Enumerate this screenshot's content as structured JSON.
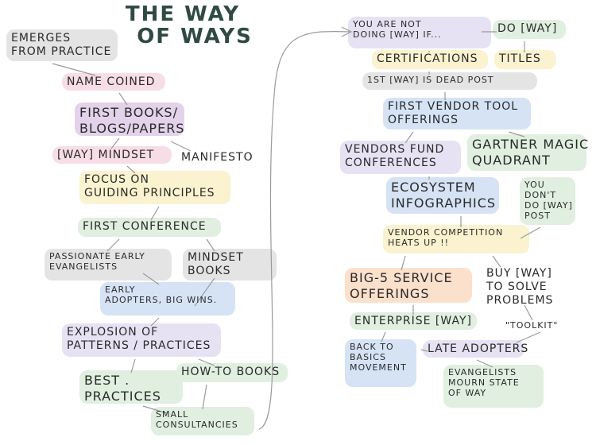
{
  "title": [
    "THE WAY",
    "OF WAYS"
  ],
  "colors": {
    "ink": "#2a2a2a",
    "title": "#2f4a44",
    "line": "#9a9a9a",
    "gray": "#e4e4e4",
    "pink": "#f7dde6",
    "purple": "#e3d2ea",
    "blue": "#d5e3f5",
    "yellow": "#fbf2cf",
    "green": "#e0efe0",
    "orange": "#fbe0cc",
    "lavender": "#e6e2f3"
  },
  "left": [
    {
      "id": "emerges",
      "lines": [
        "EMERGES",
        "FROM PRACTICE"
      ]
    },
    {
      "id": "name-coined",
      "lines": [
        "NAME COINED"
      ]
    },
    {
      "id": "first-books",
      "lines": [
        "FIRST BOOKS/",
        "BLOGS/PAPERS"
      ]
    },
    {
      "id": "way-mindset",
      "lines": [
        "[WAY] MINDSET"
      ]
    },
    {
      "id": "manifesto",
      "lines": [
        "MANIFESTO"
      ]
    },
    {
      "id": "focus",
      "lines": [
        "FOCUS ON",
        "GUIDING PRINCIPLES"
      ]
    },
    {
      "id": "first-conference",
      "lines": [
        "FIRST CONFERENCE"
      ]
    },
    {
      "id": "passionate",
      "lines": [
        "PASSIONATE EARLY",
        "EVANGELISTS"
      ]
    },
    {
      "id": "mindset-books",
      "lines": [
        "MINDSET",
        "BOOKS"
      ]
    },
    {
      "id": "early-adopters",
      "lines": [
        "EARLY",
        "ADOPTERS, BIG WINS."
      ]
    },
    {
      "id": "explosion",
      "lines": [
        "EXPLOSION OF",
        "PATTERNS / PRACTICES"
      ]
    },
    {
      "id": "best-practices",
      "lines": [
        "BEST .",
        "PRACTICES"
      ]
    },
    {
      "id": "how-to-books",
      "lines": [
        "HOW-TO BOOKS"
      ]
    },
    {
      "id": "small-consultancies",
      "lines": [
        "SMALL",
        "CONSULTANCIES"
      ]
    }
  ],
  "right": [
    {
      "id": "not-doing",
      "lines": [
        "YOU ARE NOT",
        "DOING [WAY] IF..."
      ]
    },
    {
      "id": "do-way",
      "lines": [
        "DO [WAY]"
      ]
    },
    {
      "id": "certifications",
      "lines": [
        "CERTIFICATIONS"
      ]
    },
    {
      "id": "titles",
      "lines": [
        "TITLES"
      ]
    },
    {
      "id": "dead-post",
      "lines": [
        "1st [WAY] IS DEAD POST"
      ]
    },
    {
      "id": "vendor-tool",
      "lines": [
        "FIRST VENDOR TOOL",
        "OFFERINGS"
      ]
    },
    {
      "id": "vendors-fund",
      "lines": [
        "VENDORS FUND",
        "CONFERENCES"
      ]
    },
    {
      "id": "gartner",
      "lines": [
        "GARTNER MAGIC",
        "QUADRANT"
      ]
    },
    {
      "id": "ecosystem",
      "lines": [
        "ECOSYSTEM",
        "INFOGRAPHICS"
      ]
    },
    {
      "id": "dont-do",
      "lines": [
        "YOU",
        "DON'T",
        "DO [WAY]",
        "POST"
      ]
    },
    {
      "id": "vendor-competition",
      "lines": [
        "VENDOR COMPETITION",
        "HEATS UP !!"
      ]
    },
    {
      "id": "big5",
      "lines": [
        "BIG-5 SERVICE",
        "OFFERINGS"
      ]
    },
    {
      "id": "buy-way",
      "lines": [
        "BUY [WAY]",
        "TO SOLVE",
        "PROBLEMS"
      ]
    },
    {
      "id": "enterprise",
      "lines": [
        "ENTERPRISE [WAY]"
      ]
    },
    {
      "id": "toolkit",
      "lines": [
        "\"TOOLKIT\""
      ]
    },
    {
      "id": "back-to-basics",
      "lines": [
        "BACK TO",
        "BASICS",
        "MOVEMENT"
      ]
    },
    {
      "id": "late-adopters",
      "lines": [
        "LATE ADOPTERS"
      ]
    },
    {
      "id": "evangelists-mourn",
      "lines": [
        "EVANGELISTS",
        "MOURN STATE",
        "OF WAY"
      ]
    }
  ]
}
